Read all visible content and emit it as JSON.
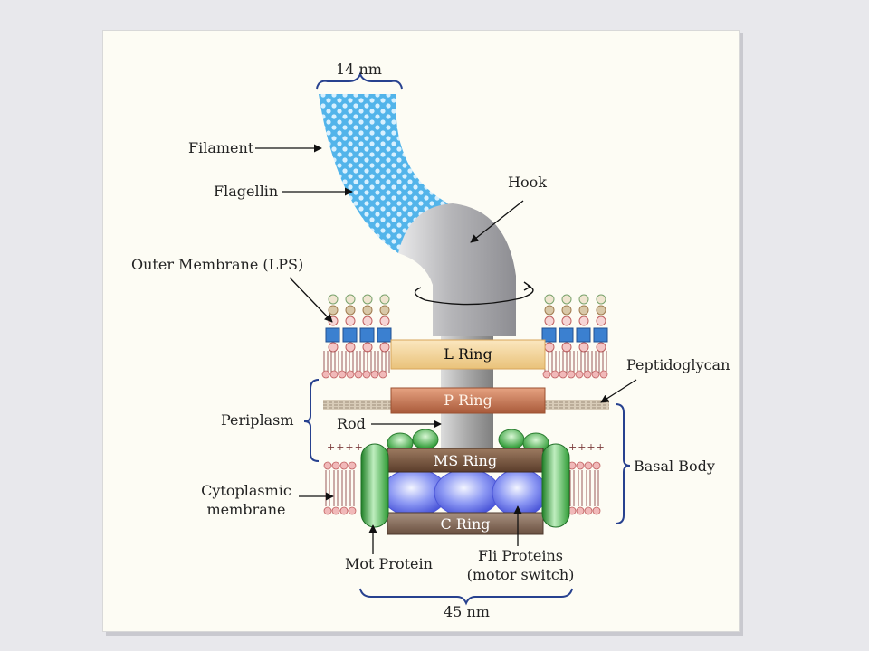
{
  "diagram": {
    "labels": {
      "width_top": "14 nm",
      "filament": "Filament",
      "flagellin": "Flagellin",
      "hook": "Hook",
      "outer_membrane": "Outer Membrane (LPS)",
      "peptidoglycan": "Peptidoglycan",
      "periplasm": "Periplasm",
      "rod": "Rod",
      "basal_body": "Basal Body",
      "cytoplasmic_line1": "Cytoplasmic",
      "cytoplasmic_line2": "membrane",
      "mot_protein": "Mot Protein",
      "fli_line1": "Fli Proteins",
      "fli_line2": "(motor switch)",
      "width_bottom": "45 nm"
    },
    "rings": {
      "l_ring": "L Ring",
      "p_ring": "P Ring",
      "ms_ring": "MS Ring",
      "c_ring": "C Ring"
    },
    "charges": "++++",
    "colors": {
      "filament": "#5ab8ea",
      "hook": "#a9a9ad",
      "l_ring": "#f3d7a0",
      "p_ring": "#c77a55",
      "ms_ring": "#6b4c3a",
      "c_ring": "#7d6553",
      "mot": "#3aa640",
      "fli": "#6e7cf0",
      "lps_box": "#3b80d0",
      "bracket": "#27418f"
    }
  }
}
